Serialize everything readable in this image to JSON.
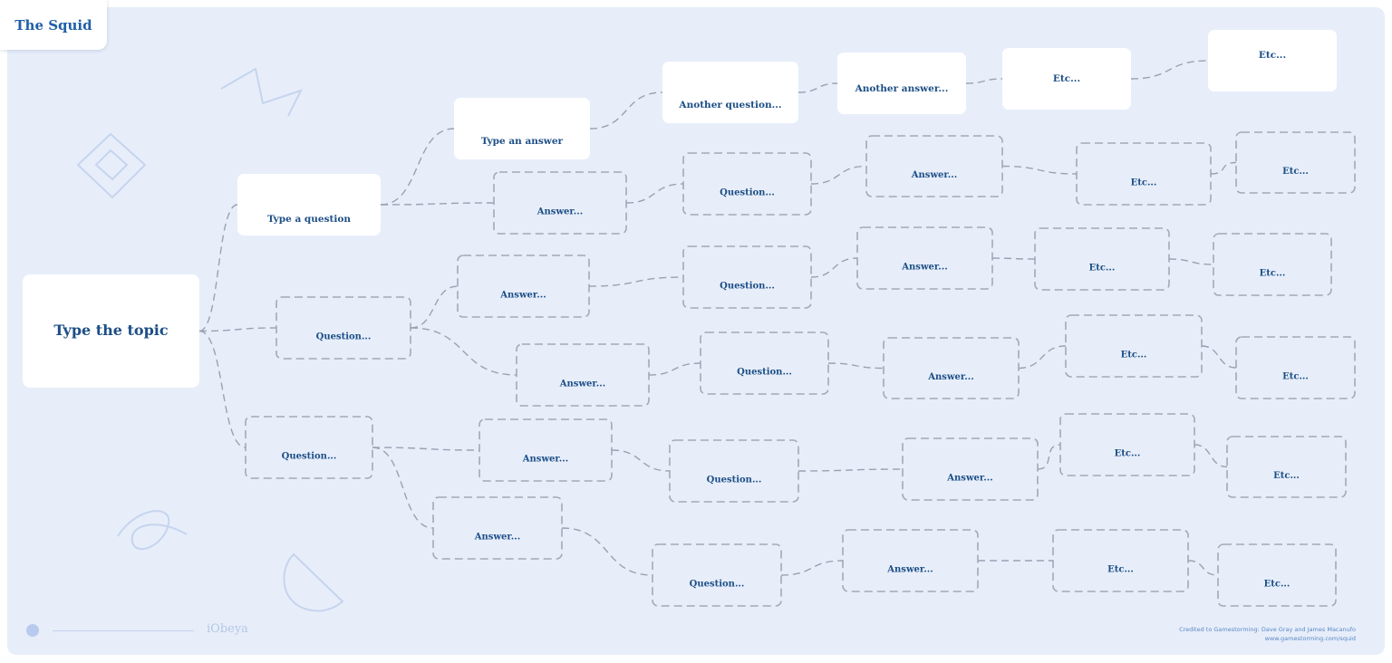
{
  "title": "The Squid",
  "branding": {
    "logo": "iObeya"
  },
  "credits": {
    "line1": "Credited to Gamestorming: Dave Gray and James Macanufo",
    "line2": "www.gamestorming.com/squid"
  },
  "colors": {
    "board_background": "#e7eefa",
    "node_fill": "#ffffff",
    "text": "#1c4e86",
    "dashed_stroke": "#a3a9b8",
    "connector": "#9aa1b3",
    "decoration": "#c6d4ee"
  },
  "decorations": [
    "zigzag-doodle",
    "nested-diamond-doodle",
    "loop-doodle",
    "half-circle-doodle"
  ],
  "nodes": [
    {
      "id": "topic",
      "label": "Type the topic",
      "style": "topic"
    },
    {
      "id": "q1",
      "label": "Type a question",
      "style": "solid"
    },
    {
      "id": "a1",
      "label": "Type an answer",
      "style": "solid"
    },
    {
      "id": "q1b",
      "label": "Another question...",
      "style": "solid"
    },
    {
      "id": "a1b",
      "label": "Another answer...",
      "style": "solid"
    },
    {
      "id": "e1a",
      "label": "Etc...",
      "style": "solid"
    },
    {
      "id": "e1b",
      "label": "Etc...",
      "style": "solid"
    },
    {
      "id": "a2",
      "label": "Answer...",
      "style": "dashed"
    },
    {
      "id": "q2b",
      "label": "Question...",
      "style": "dashed"
    },
    {
      "id": "a2b",
      "label": "Answer...",
      "style": "dashed"
    },
    {
      "id": "e2a",
      "label": "Etc...",
      "style": "dashed"
    },
    {
      "id": "e2b",
      "label": "Etc...",
      "style": "dashed"
    },
    {
      "id": "q3",
      "label": "Question...",
      "style": "dashed"
    },
    {
      "id": "a3",
      "label": "Answer...",
      "style": "dashed"
    },
    {
      "id": "q3b",
      "label": "Question...",
      "style": "dashed"
    },
    {
      "id": "a3b",
      "label": "Answer...",
      "style": "dashed"
    },
    {
      "id": "e3a",
      "label": "Etc...",
      "style": "dashed"
    },
    {
      "id": "e3b",
      "label": "Etc...",
      "style": "dashed"
    },
    {
      "id": "a4",
      "label": "Answer...",
      "style": "dashed"
    },
    {
      "id": "q4b",
      "label": "Question...",
      "style": "dashed"
    },
    {
      "id": "a4b",
      "label": "Answer...",
      "style": "dashed"
    },
    {
      "id": "e4a",
      "label": "Etc...",
      "style": "dashed"
    },
    {
      "id": "e4b",
      "label": "Etc...",
      "style": "dashed"
    },
    {
      "id": "q5",
      "label": "Question...",
      "style": "dashed"
    },
    {
      "id": "a5",
      "label": "Answer...",
      "style": "dashed"
    },
    {
      "id": "q5b",
      "label": "Question...",
      "style": "dashed"
    },
    {
      "id": "a5b",
      "label": "Answer...",
      "style": "dashed"
    },
    {
      "id": "e5a",
      "label": "Etc...",
      "style": "dashed"
    },
    {
      "id": "e5b",
      "label": "Etc...",
      "style": "dashed"
    },
    {
      "id": "a6",
      "label": "Answer...",
      "style": "dashed"
    },
    {
      "id": "q6b",
      "label": "Question...",
      "style": "dashed"
    },
    {
      "id": "a6b",
      "label": "Answer...",
      "style": "dashed"
    },
    {
      "id": "e6a",
      "label": "Etc...",
      "style": "dashed"
    },
    {
      "id": "e6b",
      "label": "Etc...",
      "style": "dashed"
    }
  ],
  "edges": [
    [
      "topic",
      "q1"
    ],
    [
      "topic",
      "q3"
    ],
    [
      "topic",
      "q5"
    ],
    [
      "q1",
      "a1"
    ],
    [
      "a1",
      "q1b"
    ],
    [
      "q1b",
      "a1b"
    ],
    [
      "a1b",
      "e1a"
    ],
    [
      "e1a",
      "e1b"
    ],
    [
      "q1",
      "a2"
    ],
    [
      "a2",
      "q2b"
    ],
    [
      "q2b",
      "a2b"
    ],
    [
      "a2b",
      "e2a"
    ],
    [
      "e2a",
      "e2b"
    ],
    [
      "q3",
      "a3"
    ],
    [
      "a3",
      "q3b"
    ],
    [
      "q3b",
      "a3b"
    ],
    [
      "a3b",
      "e3a"
    ],
    [
      "e3a",
      "e3b"
    ],
    [
      "q3",
      "a4"
    ],
    [
      "a4",
      "q4b"
    ],
    [
      "q4b",
      "a4b"
    ],
    [
      "a4b",
      "e4a"
    ],
    [
      "e4a",
      "e4b"
    ],
    [
      "q5",
      "a5"
    ],
    [
      "a5",
      "q5b"
    ],
    [
      "q5b",
      "a5b"
    ],
    [
      "a5b",
      "e5a"
    ],
    [
      "e5a",
      "e5b"
    ],
    [
      "q5",
      "a6"
    ],
    [
      "a6",
      "q6b"
    ],
    [
      "q6b",
      "a6b"
    ],
    [
      "a6b",
      "e6a"
    ],
    [
      "e6a",
      "e6b"
    ]
  ]
}
